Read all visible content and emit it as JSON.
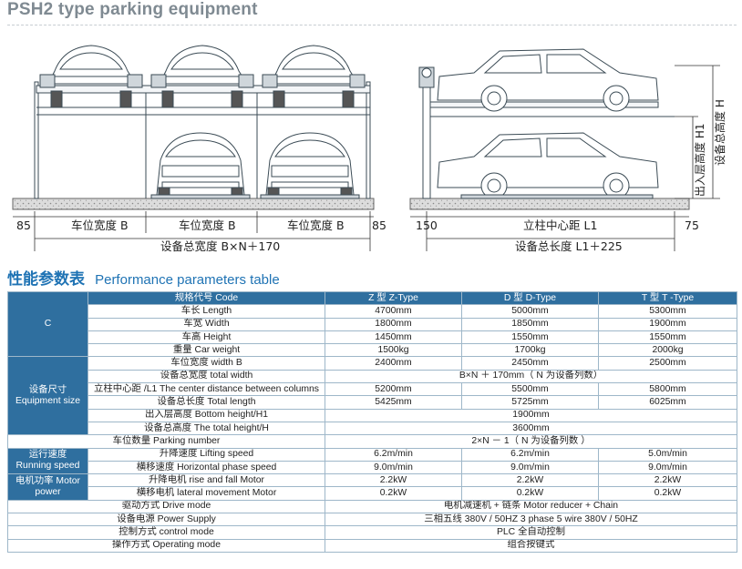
{
  "page_title": "PSH2 type parking equipment",
  "front_view": {
    "margin_left": "85",
    "margin_right": "85",
    "bays": [
      "车位宽度 B",
      "车位宽度 B",
      "车位宽度 B"
    ],
    "total": "设备总宽度 B×N＋170"
  },
  "side_view": {
    "margin_left": "150",
    "column_center": "立柱中心距 L1",
    "margin_right": "75",
    "total": "设备总长度 L1＋225",
    "bottom_height": "出入层高度 H1",
    "total_height": "设备总高度 H"
  },
  "section": {
    "title_zh": "性能参数表",
    "title_en": "Performance parameters table"
  },
  "table": {
    "header": [
      "规格代号 Code",
      "Z 型  Z-Type",
      "D 型  D-Type",
      "T 型  T -Type"
    ],
    "groups": {
      "c": "C",
      "size": "设备尺寸\nEquipment size",
      "speed": "运行速度 Running speed",
      "power": "电机功率 Motor power"
    },
    "rows": {
      "length": [
        "车长 Length",
        "4700mm",
        "5000mm",
        "5300mm"
      ],
      "width": [
        "车宽 Width",
        "1800mm",
        "1850mm",
        "1900mm"
      ],
      "height": [
        "车高 Height",
        "1450mm",
        "1550mm",
        "1550mm"
      ],
      "weight": [
        "重量 Car weight",
        "1500kg",
        "1700kg",
        "2000kg"
      ],
      "bay_width": [
        "车位宽度 width  B",
        "2400mm",
        "2450mm",
        "2500mm"
      ],
      "total_width": [
        "设备总宽度 total width",
        "B×N ＋ 170mm（ N 为设备列数）"
      ],
      "column_distance": [
        "立柱中心距 /L1  The center distance between columns",
        "5200mm",
        "5500mm",
        "5800mm"
      ],
      "total_length": [
        "设备总长度 Total length",
        "5425mm",
        "5725mm",
        "6025mm"
      ],
      "bottom_height": [
        "出入层高度 Bottom height/H1",
        "1900mm"
      ],
      "total_height": [
        "设备总高度 The total height/H",
        "3600mm"
      ],
      "parking_number": [
        "车位数量 Parking number",
        "2×N － 1（ N 为设备列数 ）"
      ],
      "lifting_speed": [
        "升降速度 Lifting speed",
        "6.2m/min",
        "6.2m/min",
        "5.0m/min"
      ],
      "horizontal_speed": [
        "横移速度 Horizontal phase speed",
        "9.0m/min",
        "9.0m/min",
        "9.0m/min"
      ],
      "lift_motor": [
        "升降电机 rise and fall Motor",
        "2.2kW",
        "2.2kW",
        "2.2kW"
      ],
      "lateral_motor": [
        "横移电机 lateral movement Motor",
        "0.2kW",
        "0.2kW",
        "0.2kW"
      ],
      "drive_mode": [
        "驱动方式 Drive mode",
        "电机减速机 + 链条    Motor reducer + Chain"
      ],
      "power_supply": [
        "设备电源 Power Supply",
        "三相五线 380V  /  50HZ    3 phase 5 wire 380V  /  50HZ"
      ],
      "control_mode": [
        "控制方式 control mode",
        "PLC 全自动控制"
      ],
      "operating_mode": [
        "操作方式 Operating mode",
        "组合按键式"
      ]
    }
  }
}
